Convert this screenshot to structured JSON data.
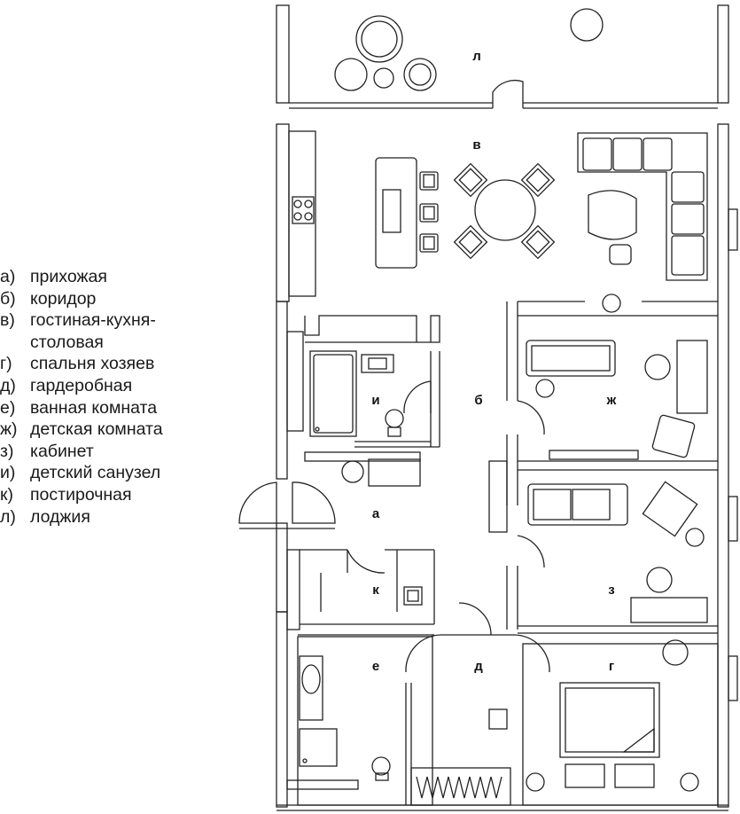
{
  "legend": [
    {
      "letter": "а)",
      "text": "прихожая"
    },
    {
      "letter": "б)",
      "text": "коридор"
    },
    {
      "letter": "в)",
      "text": "гостиная-кухня-\nстоловая"
    },
    {
      "letter": "г)",
      "text": "спальня хозяев"
    },
    {
      "letter": "д)",
      "text": "гардеробная"
    },
    {
      "letter": "е)",
      "text": "ванная комната"
    },
    {
      "letter": "ж)",
      "text": "детская комната"
    },
    {
      "letter": "з)",
      "text": "кабинет"
    },
    {
      "letter": "и)",
      "text": "детский санузел"
    },
    {
      "letter": "к)",
      "text": "постирочная"
    },
    {
      "letter": "л)",
      "text": "лоджия"
    }
  ],
  "rooms": {
    "a": "а",
    "b": "б",
    "v": "в",
    "g": "г",
    "d": "д",
    "e": "е",
    "zh": "ж",
    "z": "з",
    "i": "и",
    "k": "к",
    "l": "л"
  },
  "colors": {
    "line": "#222222",
    "background": "#ffffff"
  }
}
